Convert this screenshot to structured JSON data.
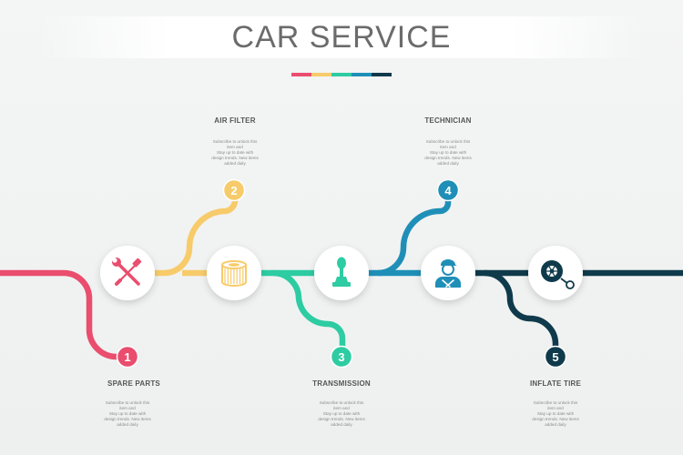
{
  "title": "CAR SERVICE",
  "palette": [
    "#ea4d6d",
    "#f7cb6a",
    "#2dcca2",
    "#1f8fb7",
    "#0f3a4b"
  ],
  "steps": [
    {
      "number": "1",
      "title": "SPARE PARTS",
      "icon": "wrench-screwdriver-icon",
      "color": "#ea4d6d",
      "desc": [
        "Subscribe to unlock this",
        "item and",
        "Stay up to date with",
        "design trends. New items",
        "added daily"
      ]
    },
    {
      "number": "2",
      "title": "AIR FILTER",
      "icon": "air-filter-icon",
      "color": "#f7cb6a",
      "desc": [
        "Subscribe to unlock this",
        "item and",
        "Stay up to date with",
        "design trends. New items",
        "added daily"
      ]
    },
    {
      "number": "3",
      "title": "TRANSMISSION",
      "icon": "gear-shift-icon",
      "color": "#2dcca2",
      "desc": [
        "Subscribe to unlock this",
        "item and",
        "Stay up to date with",
        "design trends. New items",
        "added daily"
      ]
    },
    {
      "number": "4",
      "title": "TECHNICIAN",
      "icon": "mechanic-icon",
      "color": "#1f8fb7",
      "desc": [
        "Subscribe to unlock this",
        "item and",
        "Stay up to date with",
        "design trends. New items",
        "added daily"
      ]
    },
    {
      "number": "5",
      "title": "INFLATE TIRE",
      "icon": "tire-gauge-icon",
      "color": "#0f3a4b",
      "desc": [
        "Subscribe to unlock this",
        "item and",
        "Stay up to date with",
        "design trends. New items",
        "added daily"
      ]
    }
  ]
}
